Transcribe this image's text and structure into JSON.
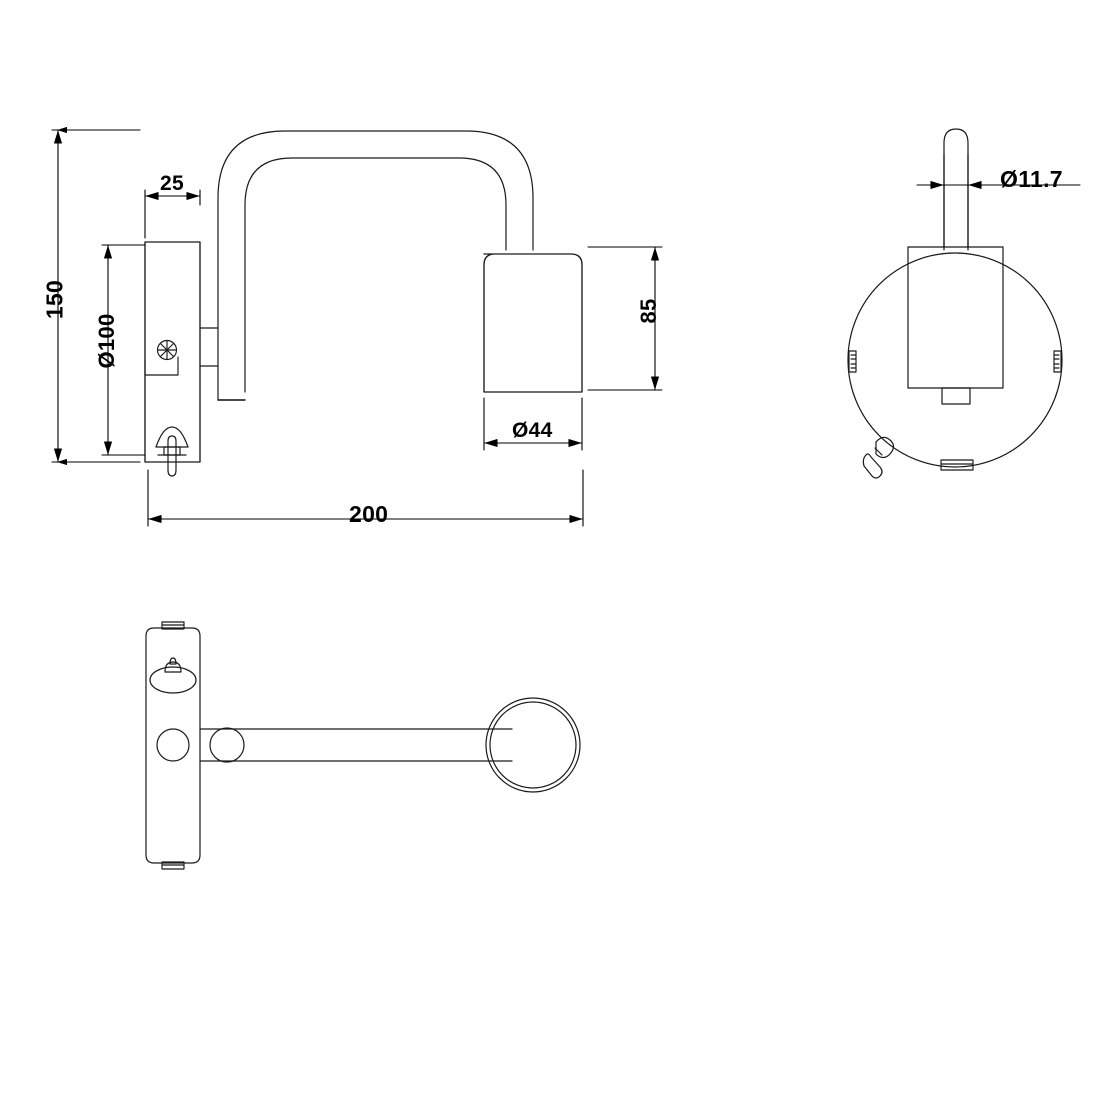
{
  "document": {
    "kind": "technical-drawing",
    "subject": "wall lamp",
    "units_note": "",
    "background_color": "#ffffff",
    "line_color": "#1a1a1a",
    "dimension_color": "#000000"
  },
  "dimensions": {
    "height_overall": "150",
    "plate_height": "Ø100",
    "plate_depth": "25",
    "projection": "200",
    "shade_height": "85",
    "shade_diameter": "Ø44",
    "stem_diameter": "Ø11.7"
  },
  "views": [
    {
      "name": "side-elevation",
      "label": "",
      "parts": [
        "wall-plate",
        "swan-neck-arm",
        "cylindrical-shade",
        "toggle-switch",
        "cable-gland-screw"
      ]
    },
    {
      "name": "front-end-view",
      "label": "",
      "parts": [
        "round-wall-plate",
        "lamp-body",
        "stem",
        "toggle-switch",
        "edge-tabs"
      ]
    },
    {
      "name": "plan-view",
      "label": "",
      "parts": [
        "wall-plate",
        "arm",
        "shade-circle",
        "toggle-switch",
        "pivot-circle"
      ]
    }
  ],
  "chart_data": {
    "type": "table",
    "title": "Wall lamp dimensions",
    "categories": [
      "Overall height",
      "Plate height",
      "Plate depth",
      "Projection",
      "Shade height",
      "Shade diameter",
      "Stem diameter"
    ],
    "values": [
      "150",
      "Ø100",
      "25",
      "200",
      "85",
      "Ø44",
      "Ø11.7"
    ]
  }
}
